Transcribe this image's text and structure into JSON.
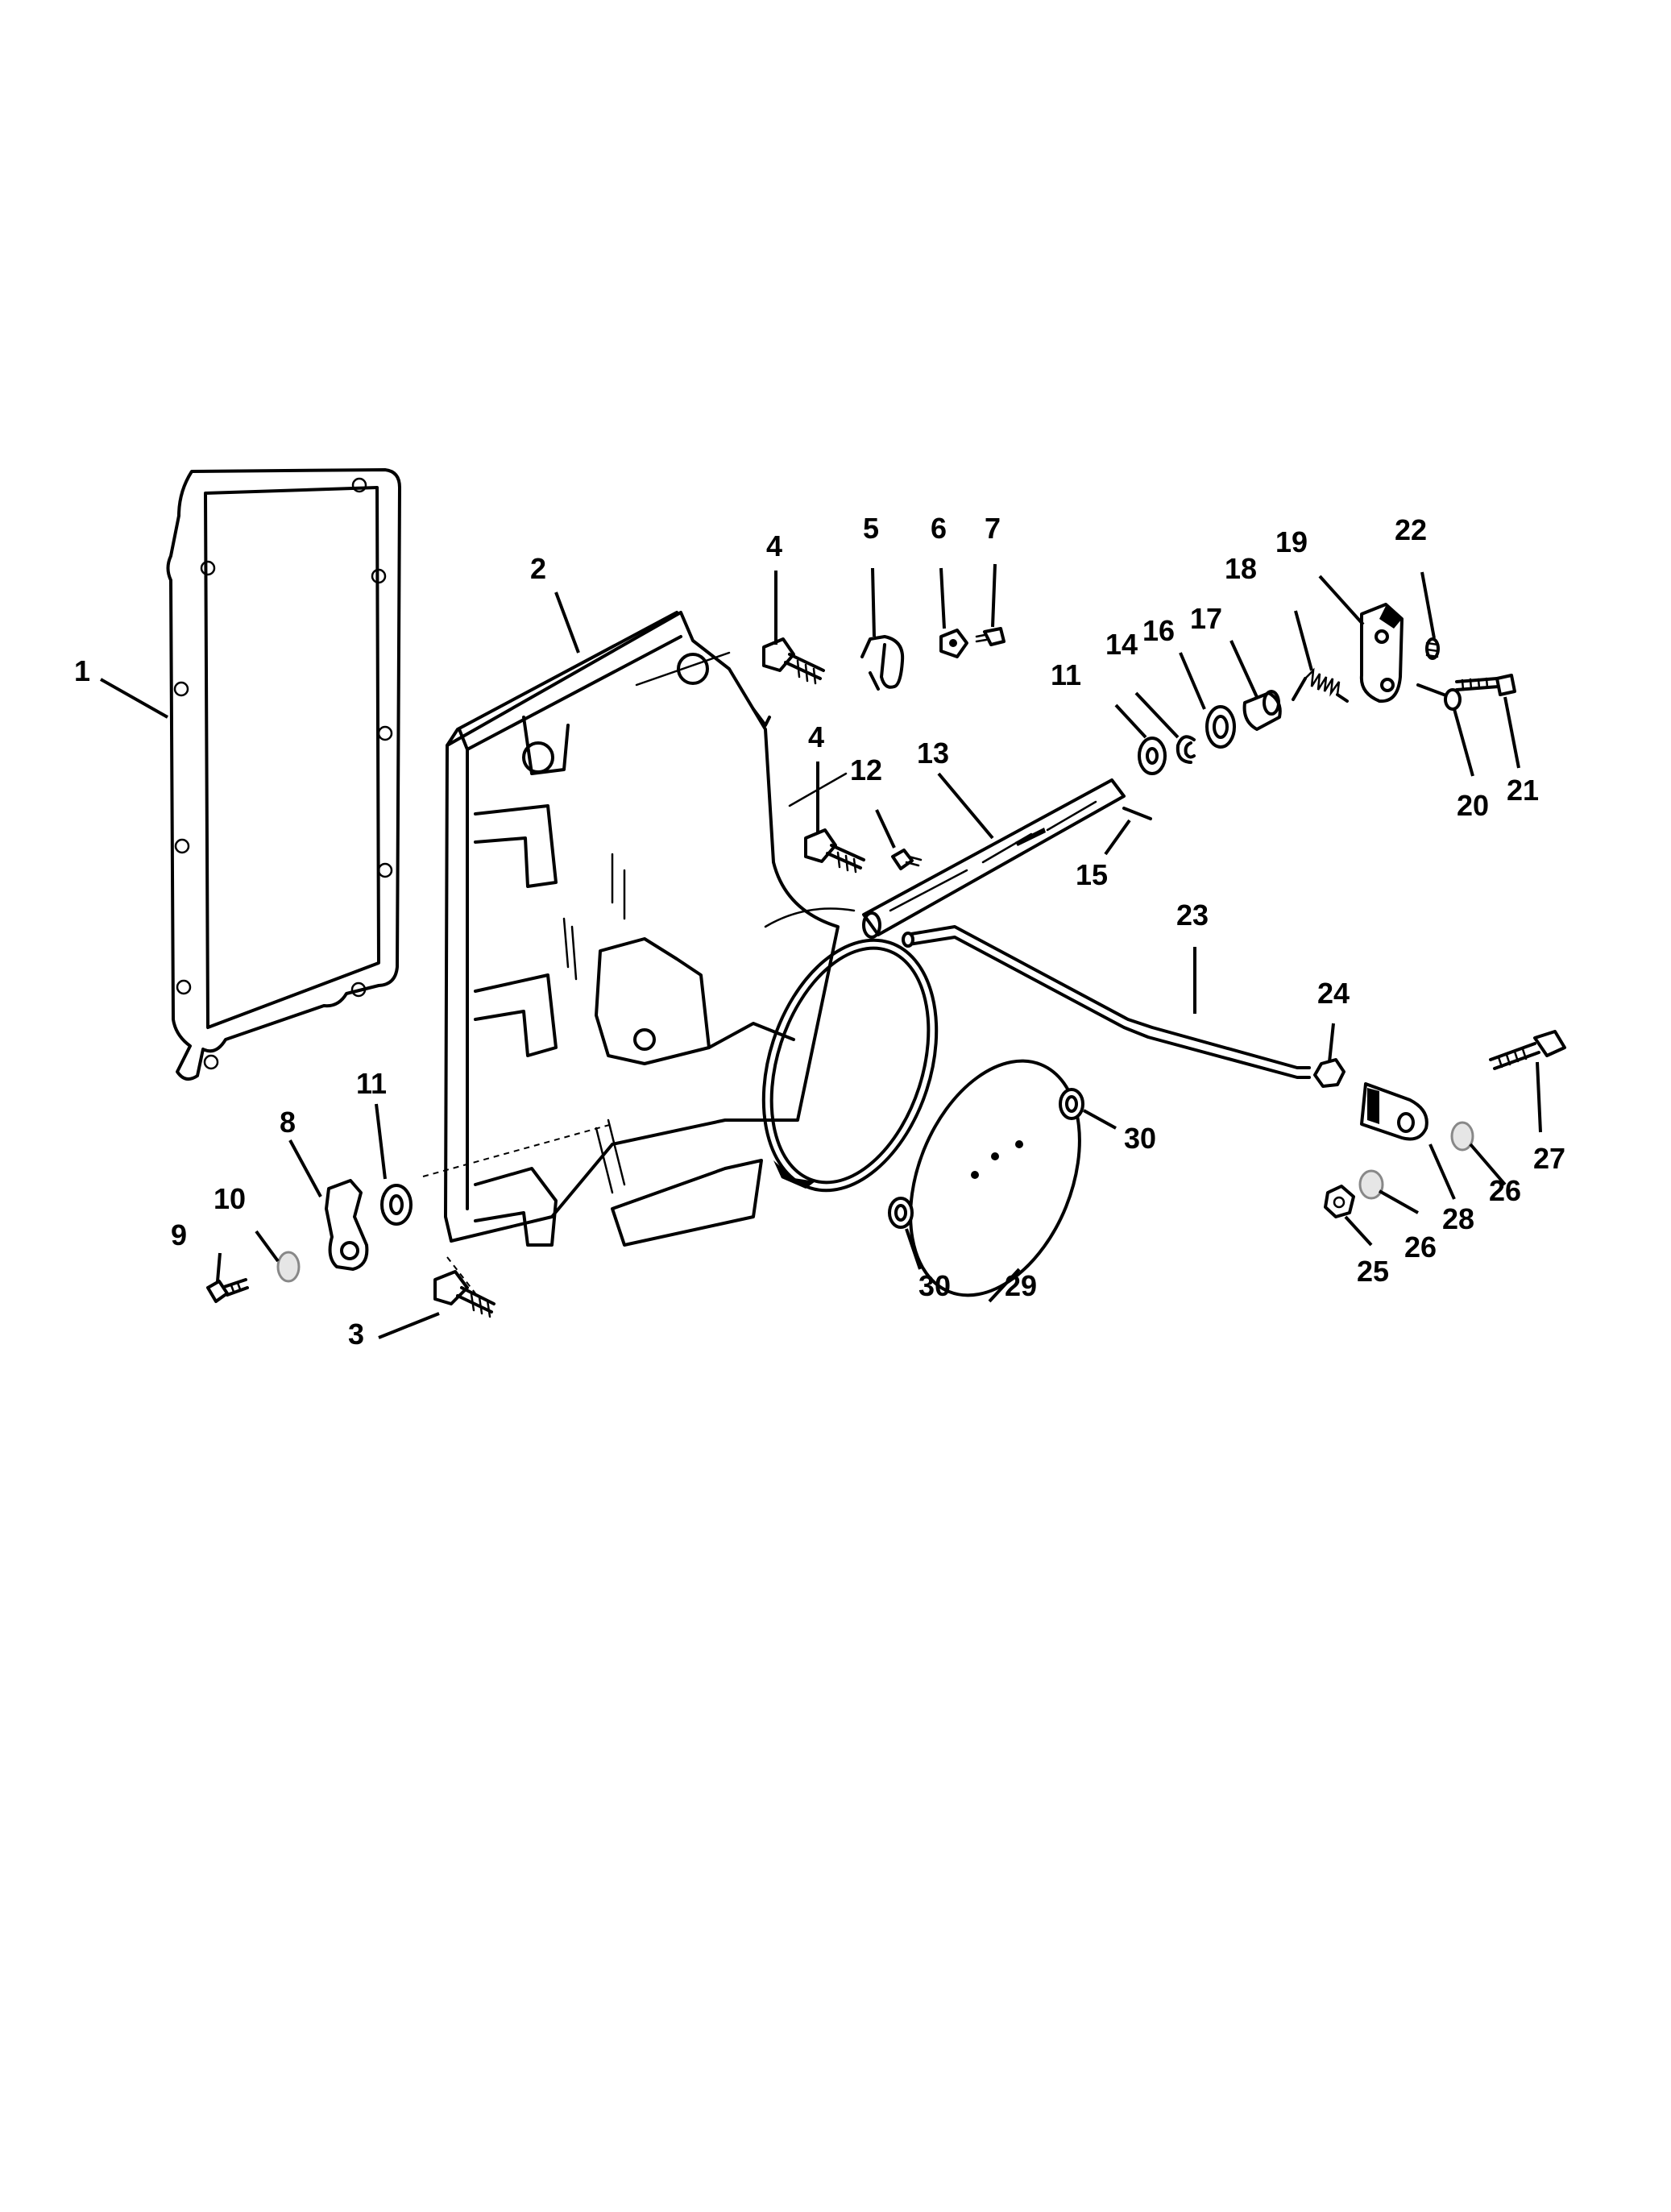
{
  "callouts": [
    {
      "id": "c1",
      "label": "1"
    },
    {
      "id": "c2",
      "label": "2"
    },
    {
      "id": "c3",
      "label": "3"
    },
    {
      "id": "c4a",
      "label": "4"
    },
    {
      "id": "c4b",
      "label": "4"
    },
    {
      "id": "c5",
      "label": "5"
    },
    {
      "id": "c6",
      "label": "6"
    },
    {
      "id": "c7",
      "label": "7"
    },
    {
      "id": "c8",
      "label": "8"
    },
    {
      "id": "c9",
      "label": "9"
    },
    {
      "id": "c10",
      "label": "10"
    },
    {
      "id": "c11a",
      "label": "11"
    },
    {
      "id": "c11b",
      "label": "11"
    },
    {
      "id": "c12",
      "label": "12"
    },
    {
      "id": "c13",
      "label": "13"
    },
    {
      "id": "c14",
      "label": "14"
    },
    {
      "id": "c15",
      "label": "15"
    },
    {
      "id": "c16",
      "label": "16"
    },
    {
      "id": "c17",
      "label": "17"
    },
    {
      "id": "c18",
      "label": "18"
    },
    {
      "id": "c19",
      "label": "19"
    },
    {
      "id": "c20",
      "label": "20"
    },
    {
      "id": "c21",
      "label": "21"
    },
    {
      "id": "c22",
      "label": "22"
    },
    {
      "id": "c23",
      "label": "23"
    },
    {
      "id": "c24",
      "label": "24"
    },
    {
      "id": "c25",
      "label": "25"
    },
    {
      "id": "c26a",
      "label": "26"
    },
    {
      "id": "c26b",
      "label": "26"
    },
    {
      "id": "c27",
      "label": "27"
    },
    {
      "id": "c28",
      "label": "28"
    },
    {
      "id": "c29",
      "label": "29"
    },
    {
      "id": "c30a",
      "label": "30"
    },
    {
      "id": "c30b",
      "label": "30"
    }
  ]
}
